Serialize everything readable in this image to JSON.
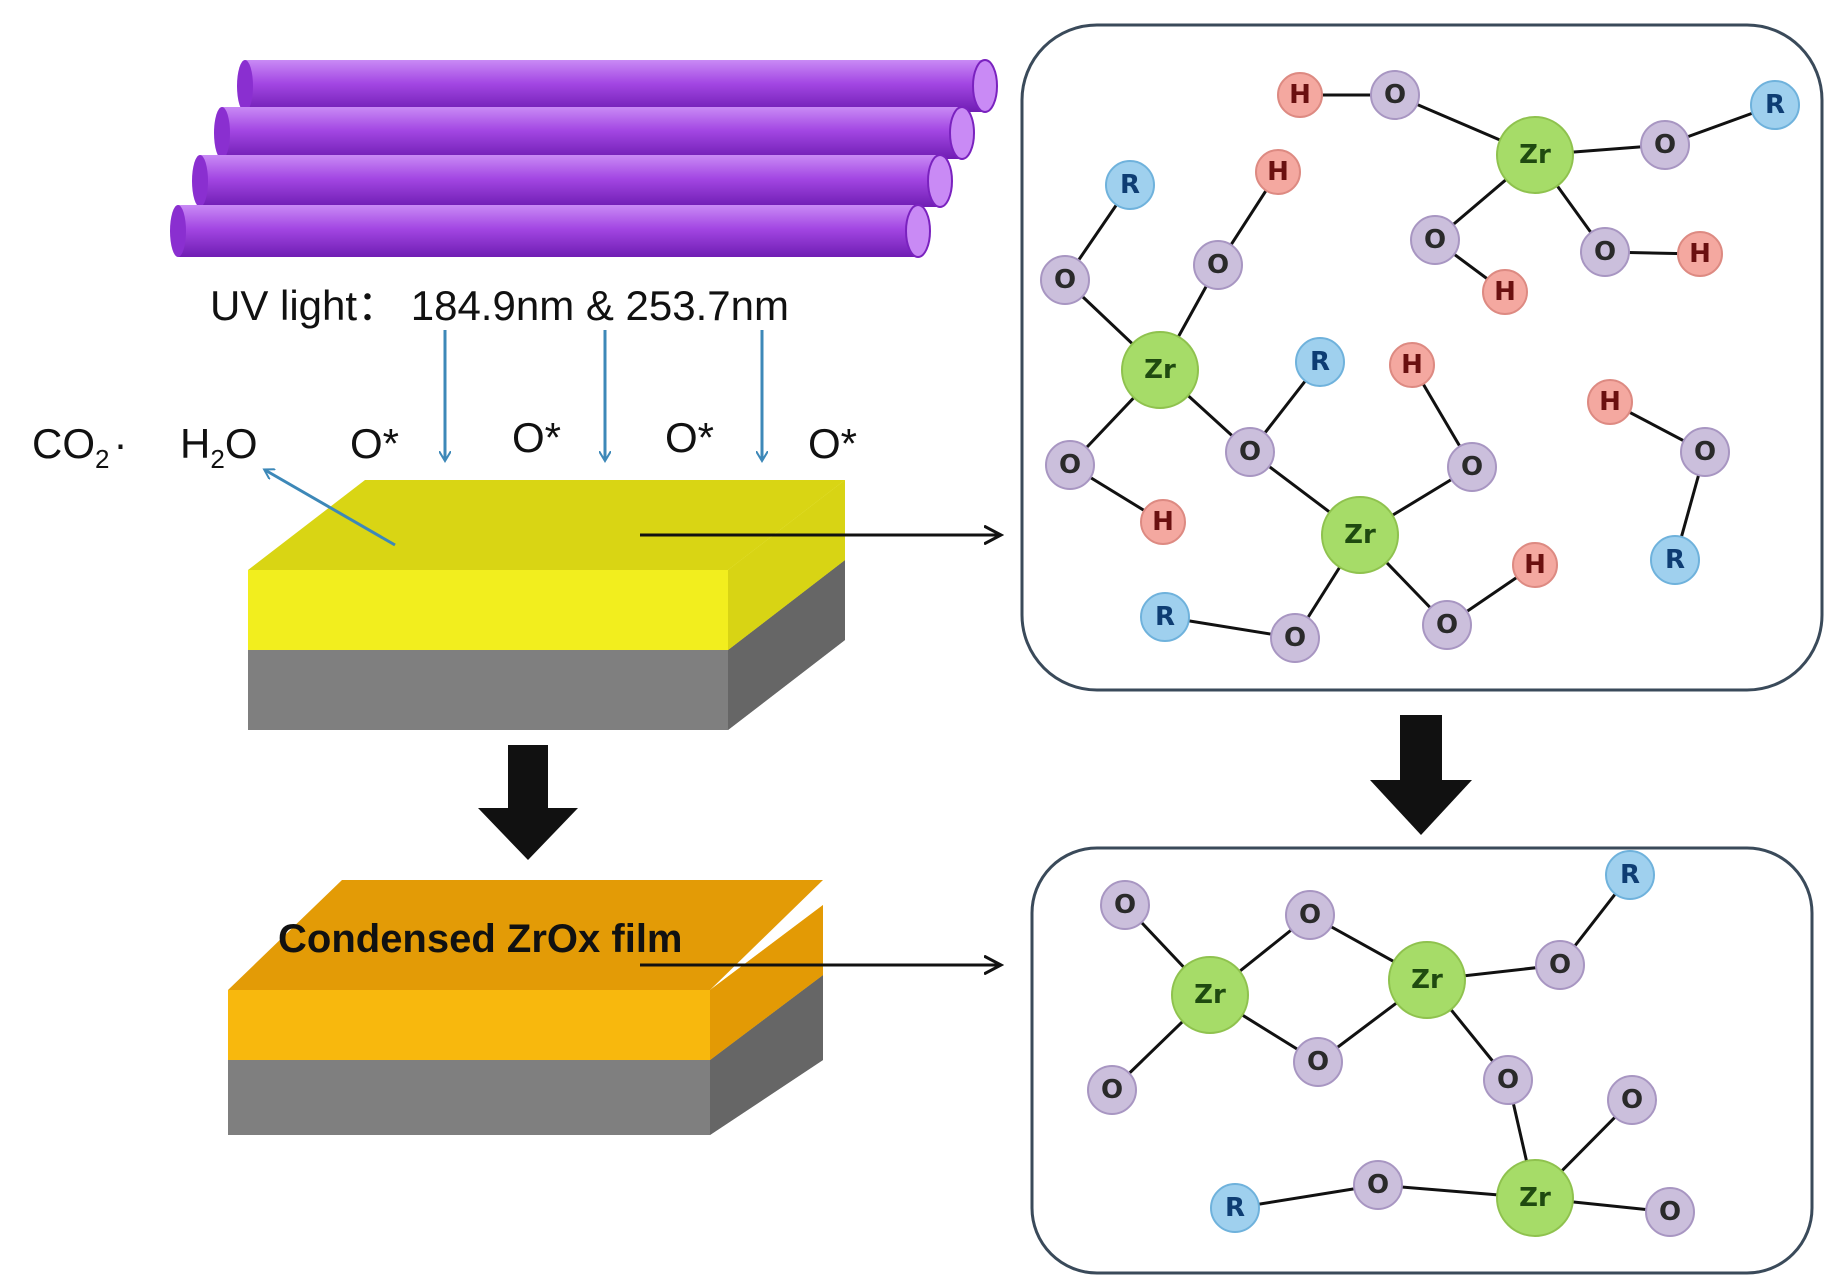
{
  "labels": {
    "uv": "UV light：  184.9nm & 253.7nm",
    "byproducts": {
      "co2": "CO",
      "co2_sub": "2",
      "sep": "·",
      "h2o_h": "H",
      "h2o_sub": "2",
      "h2o_o": "O"
    },
    "oxygen_radical": "O*",
    "film": "Condensed ZrOx film"
  },
  "atoms": {
    "zr": "Zr",
    "o": "O",
    "h": "H",
    "r": "R"
  },
  "colors": {
    "uv_lamp": "#a347e3",
    "uv_lamp_dark": "#7a22bf",
    "uv_arrow": "#3d88b8",
    "precursor_film": "#f2ee1e",
    "precursor_film_top": "#dada12",
    "condensed_film": "#f7b90a",
    "condensed_film_top": "#e59a06",
    "substrate": "#7f7f7f",
    "zr_atom": "#a6dc68",
    "o_atom": "#cbbfdc",
    "h_atom": "#f4a8a0",
    "r_atom": "#9fd0ee",
    "panel_border": "#3a4a5a",
    "arrow": "#111111"
  }
}
